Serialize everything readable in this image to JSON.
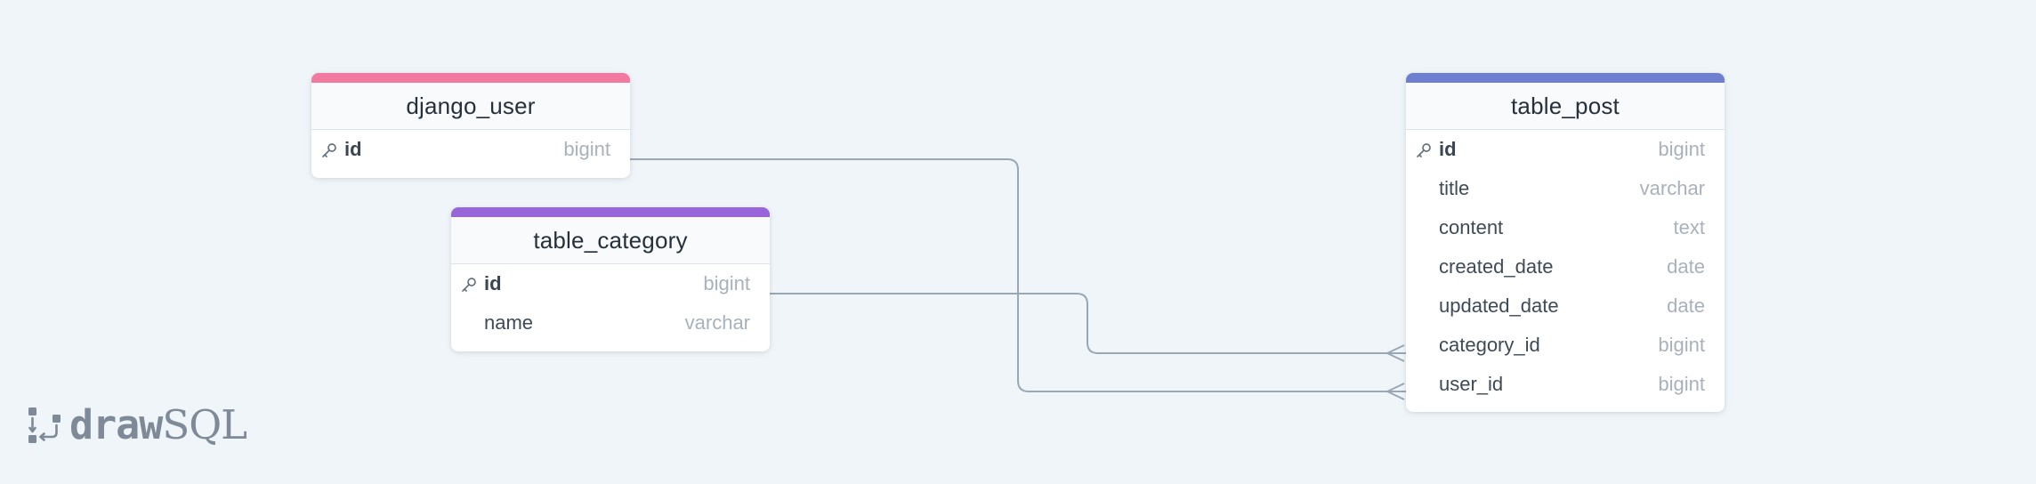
{
  "colors": {
    "canvas": "#f0f5f9",
    "connector": "#9aa7b6",
    "django_user_accent": "#f27aa0",
    "table_category_accent": "#9965da",
    "table_post_accent": "#6f7fd0"
  },
  "tables": {
    "django_user": {
      "name": "django_user",
      "columns": [
        {
          "name": "id",
          "type": "bigint",
          "primary_key": true
        }
      ]
    },
    "table_category": {
      "name": "table_category",
      "columns": [
        {
          "name": "id",
          "type": "bigint",
          "primary_key": true
        },
        {
          "name": "name",
          "type": "varchar"
        }
      ]
    },
    "table_post": {
      "name": "table_post",
      "columns": [
        {
          "name": "id",
          "type": "bigint",
          "primary_key": true
        },
        {
          "name": "title",
          "type": "varchar"
        },
        {
          "name": "content",
          "type": "text"
        },
        {
          "name": "created_date",
          "type": "date"
        },
        {
          "name": "updated_date",
          "type": "date"
        },
        {
          "name": "category_id",
          "type": "bigint"
        },
        {
          "name": "user_id",
          "type": "bigint"
        }
      ]
    }
  },
  "relationships": [
    {
      "from": "table_category.id",
      "to": "table_post.category_id",
      "cardinality": "one-to-many"
    },
    {
      "from": "django_user.id",
      "to": "table_post.user_id",
      "cardinality": "one-to-many"
    }
  ],
  "branding": {
    "word_bold": "draw",
    "word_light": "SQL",
    "icon": "drawsql-logo-icon"
  }
}
